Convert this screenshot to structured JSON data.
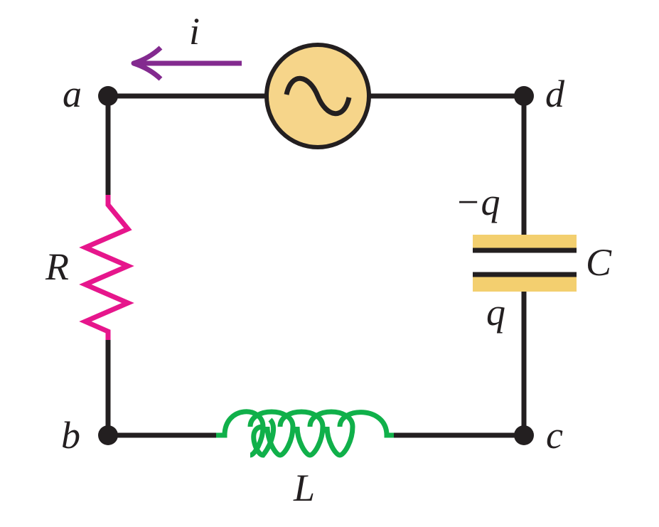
{
  "labels": {
    "current": "i",
    "node_a": "a",
    "node_b": "b",
    "node_c": "c",
    "node_d": "d",
    "resistor": "R",
    "inductor": "L",
    "capacitor": "C",
    "charge_top": "−q",
    "charge_bottom": "q"
  },
  "colors": {
    "wire": "#231f20",
    "resistor": "#e6168c",
    "inductor": "#10b04a",
    "source_fill": "#f6d58a",
    "capacitor_band": "#f3cf6f",
    "current_arrow": "#832a8f"
  },
  "icons": {
    "source": "ac-source-icon"
  }
}
